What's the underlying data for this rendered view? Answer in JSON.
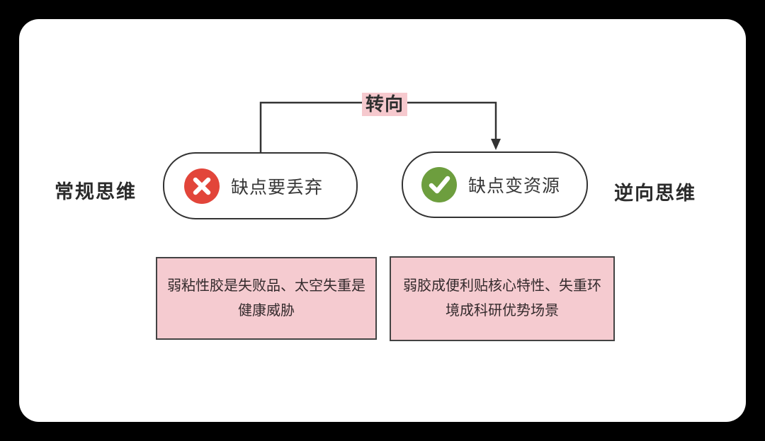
{
  "diagram": {
    "pivot_label": "转向",
    "left": {
      "side_label": "常规思维",
      "node_label": "缺点要丢弃",
      "icon": "x-circle-icon",
      "detail": "弱粘性胶是失败品、太空失重是健康威胁"
    },
    "right": {
      "side_label": "逆向思维",
      "node_label": "缺点变资源",
      "icon": "check-circle-icon",
      "detail": "弱胶成便利贴核心特性、失重环境成科研优势场景"
    },
    "colors": {
      "background": "#000000",
      "card": "#ffffff",
      "connector_line": "#333333",
      "highlight_pink": "#f5cbd0",
      "error_red": "#e2453a",
      "success_green": "#6d9e3e",
      "text_dark": "#333333"
    }
  }
}
